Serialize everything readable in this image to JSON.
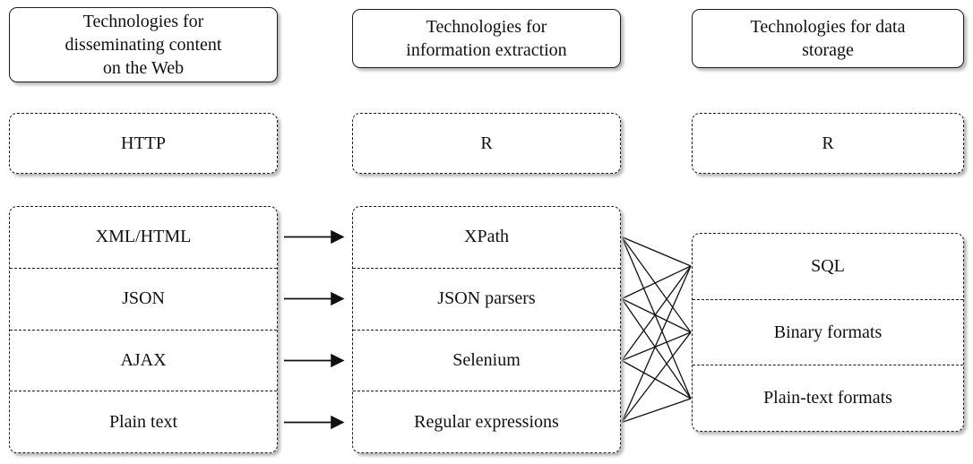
{
  "diagram": {
    "columns": [
      {
        "id": "dissemination",
        "header": "Technologies for disseminating content on the Web",
        "header_lines": [
          "Technologies for",
          "disseminating content",
          "on the Web"
        ],
        "r_box": "HTTP",
        "rows": [
          "XML/HTML",
          "JSON",
          "AJAX",
          "Plain text"
        ]
      },
      {
        "id": "extraction",
        "header": "Technologies for information extraction",
        "header_lines": [
          "Technologies for",
          "information extraction"
        ],
        "r_box": "R",
        "rows": [
          "XPath",
          "JSON parsers",
          "Selenium",
          "Regular expressions"
        ]
      },
      {
        "id": "storage",
        "header": "Technologies for data storage",
        "header_lines": [
          "Technologies for data",
          "storage"
        ],
        "r_box": "R",
        "rows": [
          "SQL",
          "Binary formats",
          "Plain-text formats"
        ]
      }
    ],
    "connections": {
      "left_to_middle": [
        [
          "XML/HTML",
          "XPath"
        ],
        [
          "JSON",
          "JSON parsers"
        ],
        [
          "AJAX",
          "Selenium"
        ],
        [
          "Plain text",
          "Regular expressions"
        ]
      ],
      "middle_to_right": "every information-extraction row connects to every data-storage row"
    },
    "colors": {
      "border": "#1c1c1c",
      "background": "#ffffff",
      "shadow": "#b9b9b9"
    }
  }
}
